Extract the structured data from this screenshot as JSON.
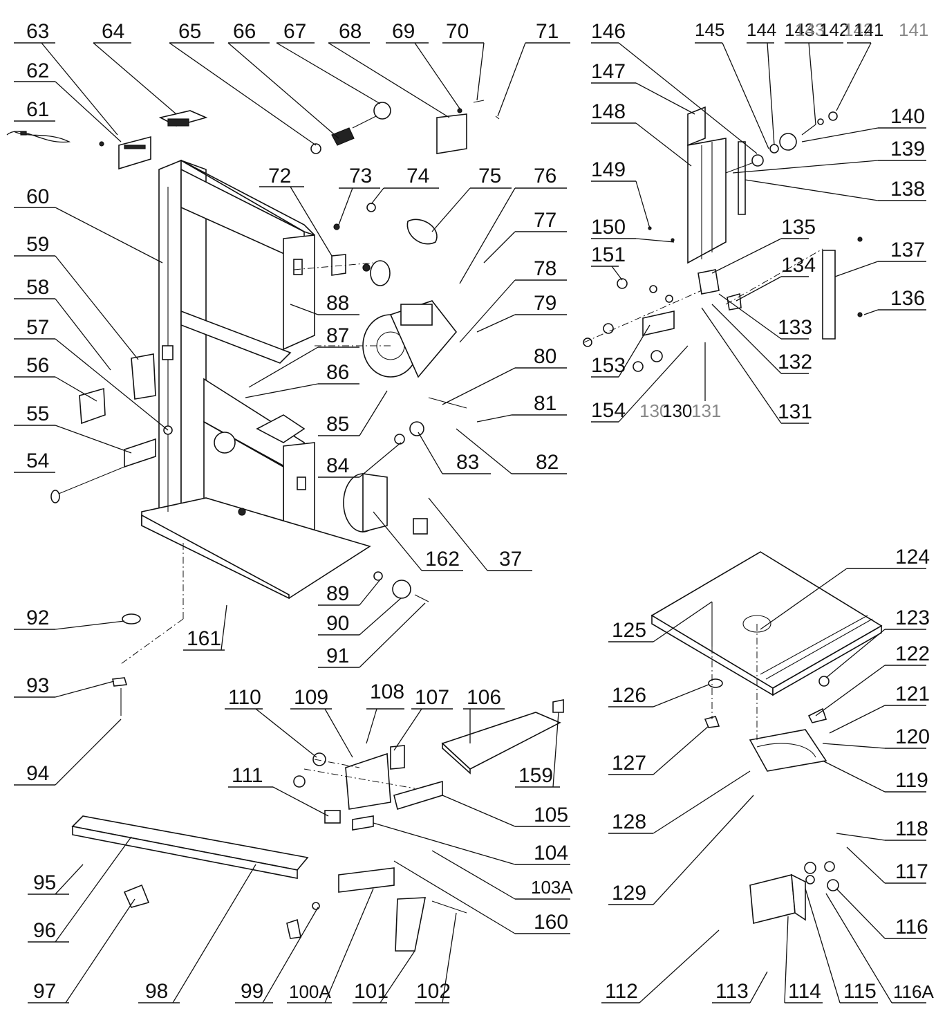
{
  "labels": {
    "l63": "63",
    "l64": "64",
    "l65": "65",
    "l66": "66",
    "l67": "67",
    "l68": "68",
    "l69": "69",
    "l70": "70",
    "l71": "71",
    "l62": "62",
    "l61": "61",
    "l60": "60",
    "l59": "59",
    "l58": "58",
    "l57": "57",
    "l56": "56",
    "l55": "55",
    "l54": "54",
    "l72": "72",
    "l73": "73",
    "l74": "74",
    "l75": "75",
    "l76": "76",
    "l77": "77",
    "l78": "78",
    "l79": "79",
    "l80": "80",
    "l81": "81",
    "l82": "82",
    "l83": "83",
    "l84": "84",
    "l85": "85",
    "l86": "86",
    "l87": "87",
    "l88": "88",
    "l162": "162",
    "l37": "37",
    "l89": "89",
    "l90": "90",
    "l91": "91",
    "l161": "161",
    "l92": "92",
    "l93": "93",
    "l94": "94",
    "l95": "95",
    "l96": "96",
    "l97": "97",
    "l98": "98",
    "l99": "99",
    "l100A": "100A",
    "l101": "101",
    "l102": "102",
    "l103A": "103A",
    "l104": "104",
    "l105": "105",
    "l106": "106",
    "l107": "107",
    "l108": "108",
    "l109": "109",
    "l110": "110",
    "l111": "111",
    "l159": "159",
    "l160": "160",
    "l146": "146",
    "l145": "145",
    "l144": "144",
    "l143": "143",
    "l142": "142",
    "l141": "141",
    "l143b": "143",
    "l142b": "142",
    "l141b": "141",
    "l147": "147",
    "l148": "148",
    "l149": "149",
    "l150": "150",
    "l151": "151",
    "l140": "140",
    "l139": "139",
    "l138": "138",
    "l135": "135",
    "l134": "134",
    "l133": "133",
    "l132": "132",
    "l131": "131",
    "l131b": "131",
    "l130": "130",
    "l130b": "130",
    "l137": "137",
    "l136": "136",
    "l153": "153",
    "l154": "154",
    "l124": "124",
    "l123": "123",
    "l122": "122",
    "l121": "121",
    "l120": "120",
    "l119": "119",
    "l118": "118",
    "l117": "117",
    "l116": "116",
    "l116A": "116A",
    "l115": "115",
    "l114": "114",
    "l113": "113",
    "l112": "112",
    "l125": "125",
    "l126": "126",
    "l127": "127",
    "l128": "128",
    "l129": "129"
  }
}
